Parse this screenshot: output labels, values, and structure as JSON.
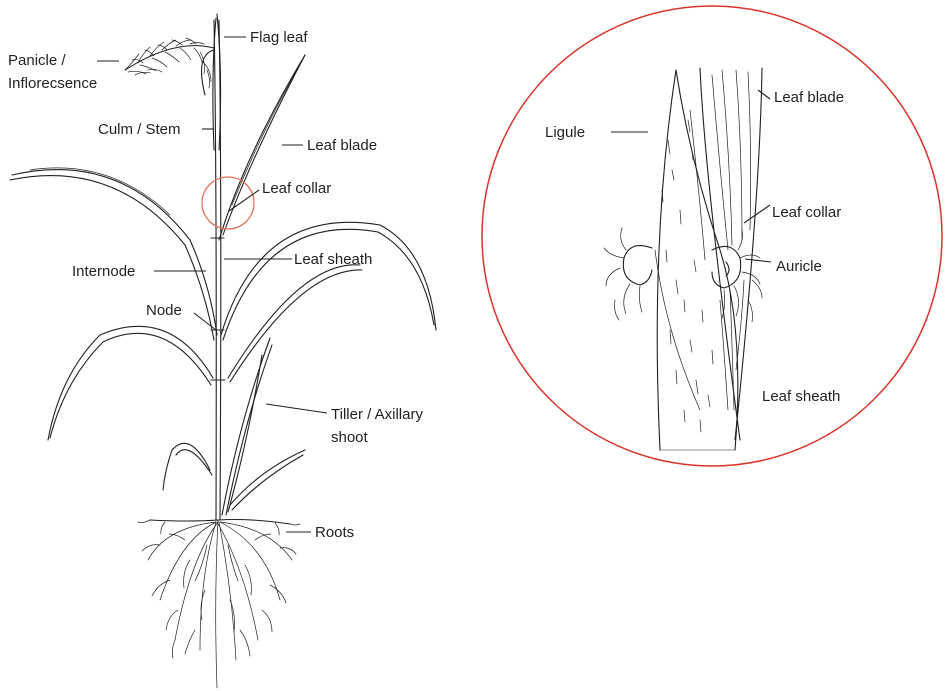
{
  "labels": {
    "panicle": "Panicle /",
    "inflorescence": "Inflorecsence",
    "flag_leaf": "Flag leaf",
    "culm_stem": "Culm / Stem",
    "leaf_blade_plant": "Leaf blade",
    "leaf_collar_plant": "Leaf collar",
    "internode": "Internode",
    "leaf_sheath_plant": "Leaf sheath",
    "node": "Node",
    "tiller": "Tiller / Axillary",
    "tiller_2": "shoot",
    "roots": "Roots",
    "ligule": "Ligule",
    "leaf_blade_zoom": "Leaf blade",
    "leaf_collar_zoom": "Leaf collar",
    "auricle": "Auricle",
    "leaf_sheath_zoom": "Leaf sheath"
  },
  "colors": {
    "ink": "#231f20",
    "highlight_circle": "#e2725b",
    "zoom_circle": "#d9342b"
  }
}
